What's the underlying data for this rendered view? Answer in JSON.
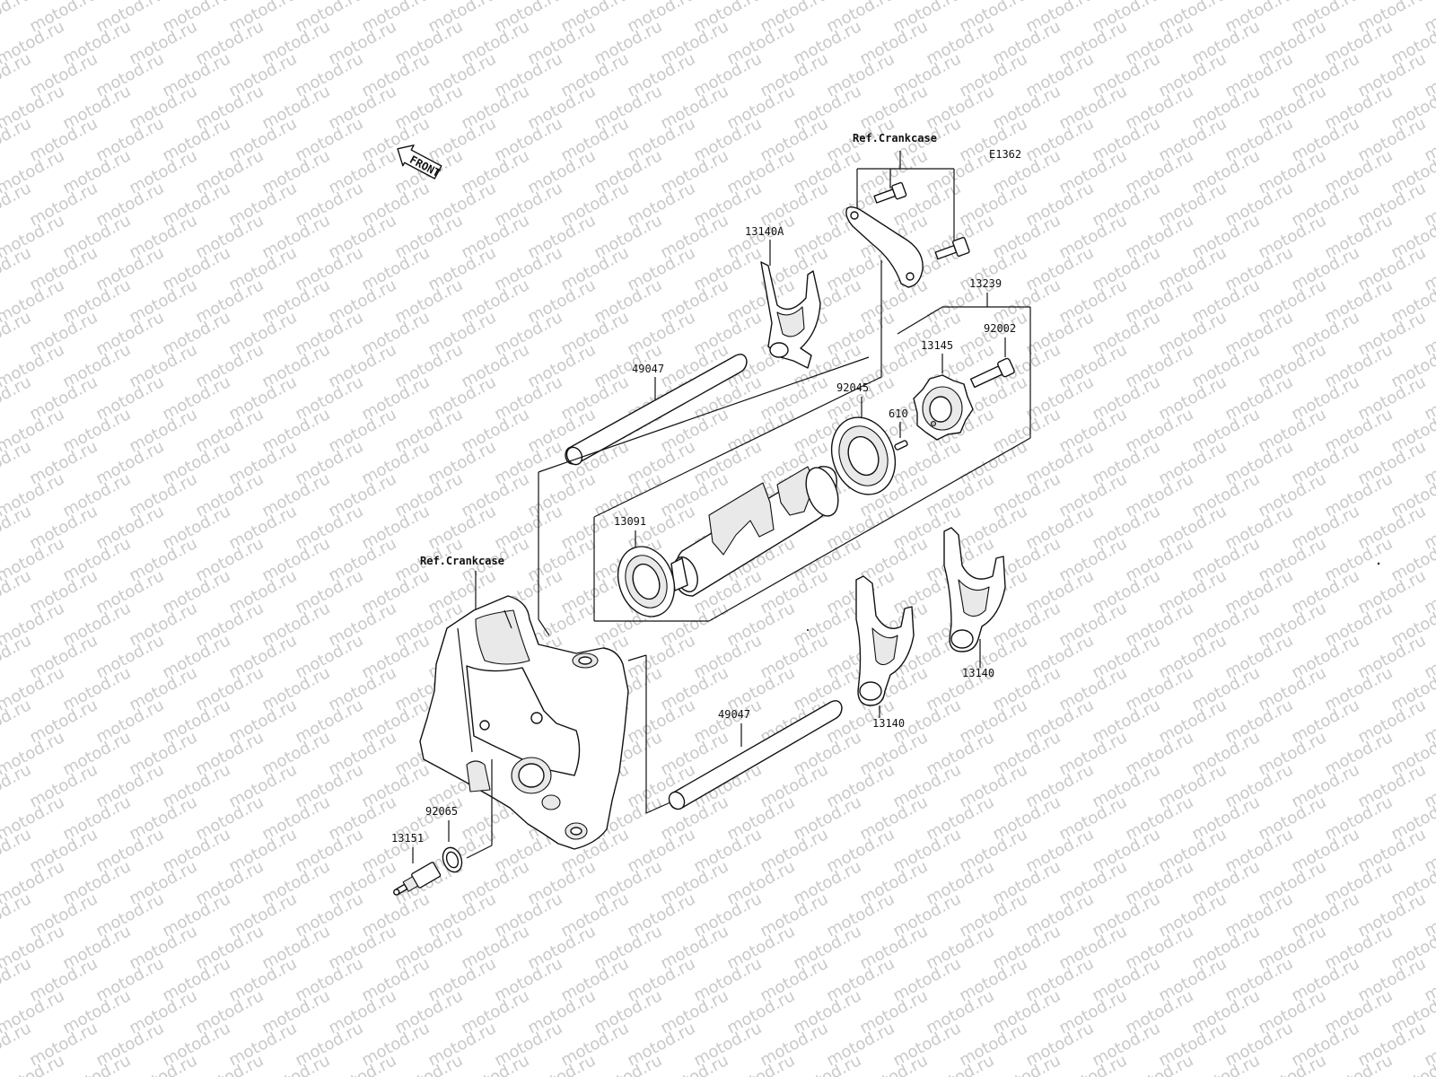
{
  "diagram": {
    "code": "E1362",
    "watermark": "motod.ru",
    "front_arrow": "FRONT",
    "ref_crankcase_top": "Ref.Crankcase",
    "ref_crankcase_left": "Ref.Crankcase",
    "parts": {
      "p13140A": "13140A",
      "p13239": "13239",
      "p92002": "92002",
      "p13145": "13145",
      "p49047_upper": "49047",
      "p92045": "92045",
      "p610": "610",
      "p13091": "13091",
      "p49047_lower": "49047",
      "p13140_mid": "13140",
      "p13140_right": "13140",
      "p92065": "92065",
      "p13151": "13151"
    }
  }
}
